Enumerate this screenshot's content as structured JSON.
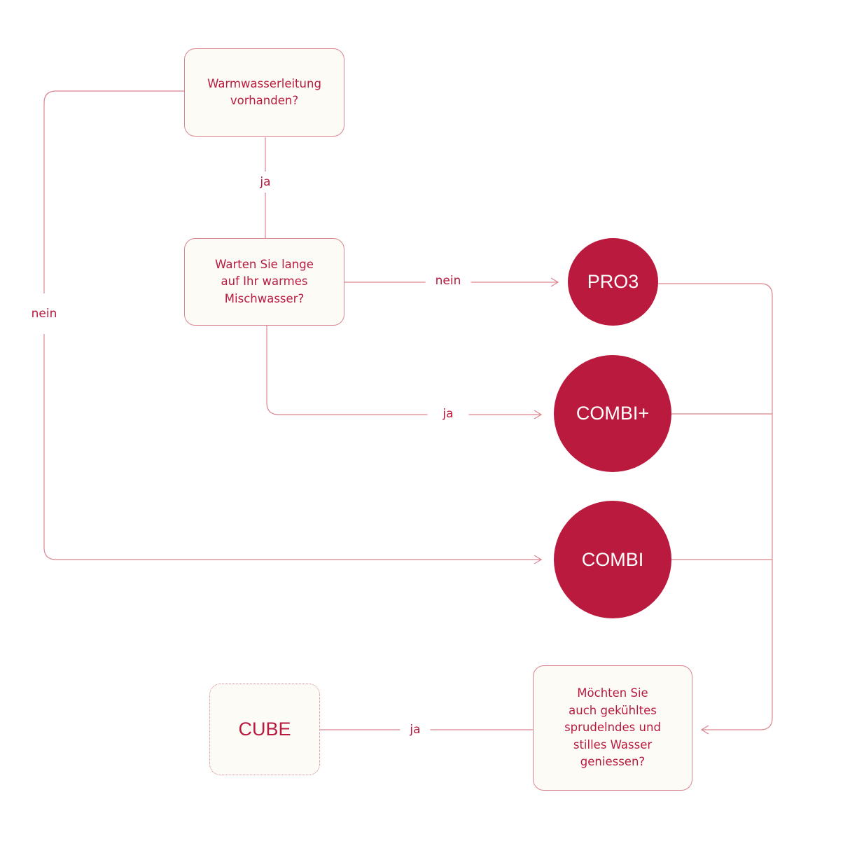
{
  "colors": {
    "accent": "#ba1a3d",
    "line": "#d9858f",
    "box_fill": "#fdfbf6"
  },
  "nodes": {
    "q1": "Warmwasserleitung\nvorhanden?",
    "q2": "Warten Sie lange\nauf Ihr warmes\nMischwasser?",
    "q3": "Möchten Sie\nauch gekühltes\nsprudelndes und\nstilles Wasser\ngeniessen?",
    "pro3": "PRO3",
    "combi_plus": "COMBI+",
    "combi": "COMBI",
    "cube": "CUBE"
  },
  "edge_labels": {
    "q1_ja": "ja",
    "q1_nein": "nein",
    "q2_nein": "nein",
    "q2_ja": "ja",
    "q3_ja": "ja"
  }
}
